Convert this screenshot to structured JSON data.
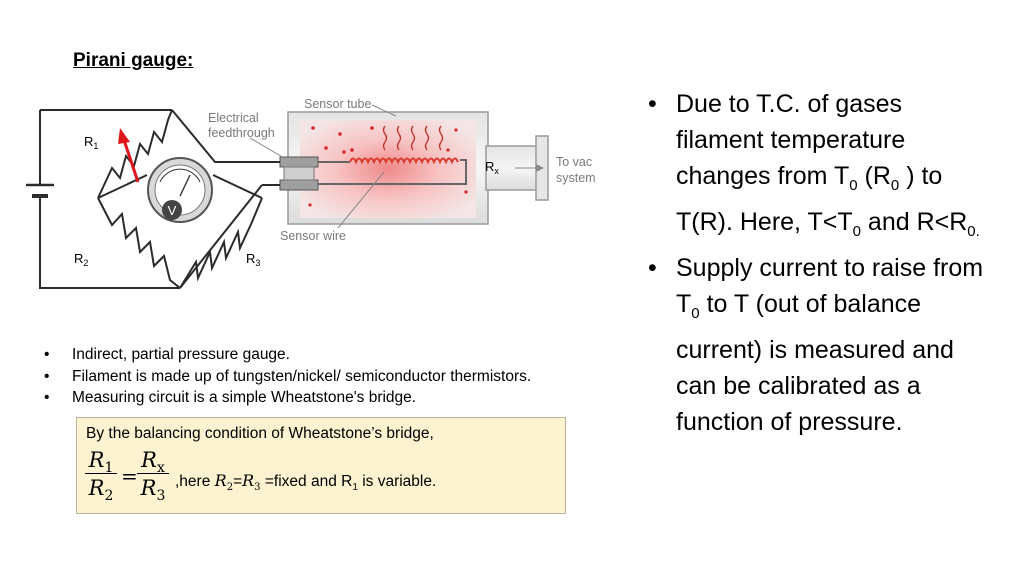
{
  "title": "Pirani gauge:",
  "diagram": {
    "labels": {
      "r1": "R",
      "r1_sub": "1",
      "r2": "R",
      "r2_sub": "2",
      "r3": "R",
      "r3_sub": "3",
      "rx": "R",
      "rx_sub": "x",
      "meter": "V",
      "electrical": "Electrical",
      "feedthrough": "feedthrough",
      "sensor_tube": "Sensor tube",
      "sensor_wire": "Sensor wire",
      "to_vac": "To vac",
      "system": "system"
    },
    "colors": {
      "wire": "#2b2b2b",
      "arrow": "#e0151b",
      "tube_glow": "#f3a9a9",
      "filament": "#d93b2e"
    }
  },
  "bullets_left": [
    "Indirect, partial pressure gauge.",
    "Filament is made up of tungsten/nickel/ semiconductor thermistors.",
    "Measuring circuit is a simple Wheatstone's bridge."
  ],
  "equation": {
    "heading": "By the balancing condition of Wheatstone’s bridge,",
    "num1": "R",
    "num1_sub": "1",
    "den1": "R",
    "den1_sub": "2",
    "num2": "R",
    "num2_sub": "x",
    "den2": "R",
    "den2_sub": "3",
    "equals": "=",
    "tail_prefix": ",here ",
    "tail_r2": "R",
    "tail_r2_sub": "2",
    "tail_eq": "=",
    "tail_r3": "R",
    "tail_r3_sub": "3",
    "tail_mid": " =fixed and R",
    "tail_r1_sub": "1",
    "tail_end": " is variable."
  },
  "bullets_right": {
    "b1_p1": "Due to T.C. of gases filament temperature changes from T",
    "b1_s1": "0",
    "b1_p2": " (R",
    "b1_s2": "0",
    "b1_p3": " ) to T(R). Here, T<T",
    "b1_s3": "0",
    "b1_p4": " and R<R",
    "b1_s4": "0.",
    "b2_p1": " Supply current to raise from T",
    "b2_s1": "0",
    "b2_p2": " to T  (out of balance current) is measured and can be calibrated as a function of pressure."
  }
}
